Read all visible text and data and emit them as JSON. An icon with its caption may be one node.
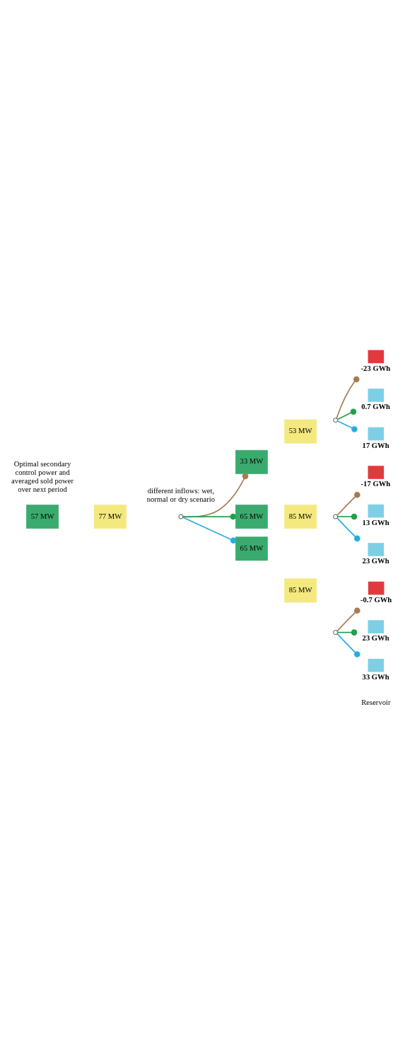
{
  "diagram": {
    "nodes": [
      {
        "text": [
          "57 MW"
        ]
      },
      {
        "text": [
          "77 MW"
        ]
      },
      {
        "text": [],
        "shape": "circle"
      },
      {
        "text": [
          "33 MW"
        ]
      },
      {
        "text": [
          "53 MW"
        ]
      },
      {
        "text": [],
        "shape": "circle"
      },
      {
        "text": [
          "65 MW"
        ]
      },
      {
        "text": [
          "85 MW"
        ]
      },
      {
        "text": [],
        "shape": "circle"
      },
      {
        "text": [
          "65 MW"
        ]
      },
      {
        "text": [
          "85 MW"
        ]
      },
      {
        "text": [],
        "shape": "circle"
      },
      {
        "text": [],
        "shape": "box",
        "beside": [
          "-23 GWh"
        ]
      },
      {
        "text": [],
        "shape": "box",
        "beside": [
          "0.7 GWh"
        ]
      },
      {
        "text": [],
        "shape": "box",
        "beside": [
          "17 GWh"
        ]
      },
      {
        "text": [],
        "shape": "box",
        "beside": [
          "-17 GWh"
        ]
      },
      {
        "text": [],
        "shape": "box",
        "beside": [
          "13 GWh"
        ]
      },
      {
        "text": [],
        "shape": "box",
        "beside": [
          "23 GWh"
        ]
      },
      {
        "text": [],
        "shape": "box",
        "beside": [
          "-0.7 GWh"
        ]
      },
      {
        "text": [],
        "shape": "box",
        "beside": [
          "23 GWh"
        ]
      },
      {
        "text": [],
        "shape": "box",
        "beside": [
          "33 GWh"
        ]
      }
    ],
    "edges": [
      {
        "from": 2,
        "to": 3,
        "arrow": "other",
        "color": "#a67c52"
      },
      {
        "from": 2,
        "to": 6,
        "arrow": "other",
        "color": "#22a04b"
      },
      {
        "from": 2,
        "to": 9,
        "arrow": "other",
        "color": "#29abe2"
      },
      {
        "from": 5,
        "to": 12,
        "arrow": "other",
        "color": "#a67c52"
      },
      {
        "from": 5,
        "to": 13,
        "arrow": "other",
        "color": "#22a04b"
      },
      {
        "from": 5,
        "to": 14,
        "arrow": "other",
        "color": "#29abe2"
      },
      {
        "from": 8,
        "to": 15,
        "arrow": "other",
        "color": "#a67c52"
      },
      {
        "from": 8,
        "to": 16,
        "arrow": "other",
        "color": "#22a04b"
      },
      {
        "from": 8,
        "to": 17,
        "arrow": "other",
        "color": "#29abe2"
      },
      {
        "from": 11,
        "to": 18,
        "arrow": "other",
        "color": "#a67c52"
      },
      {
        "from": 11,
        "to": 19,
        "arrow": "other",
        "color": "#22a04b"
      },
      {
        "from": 11,
        "to": 20,
        "arrow": "other",
        "color": "#29abe2"
      }
    ],
    "labels": [
      "Optimal secondary control power and averaged sold power over next period",
      "different inflows: wet, normal or dry scenario",
      "Reservoir"
    ]
  }
}
